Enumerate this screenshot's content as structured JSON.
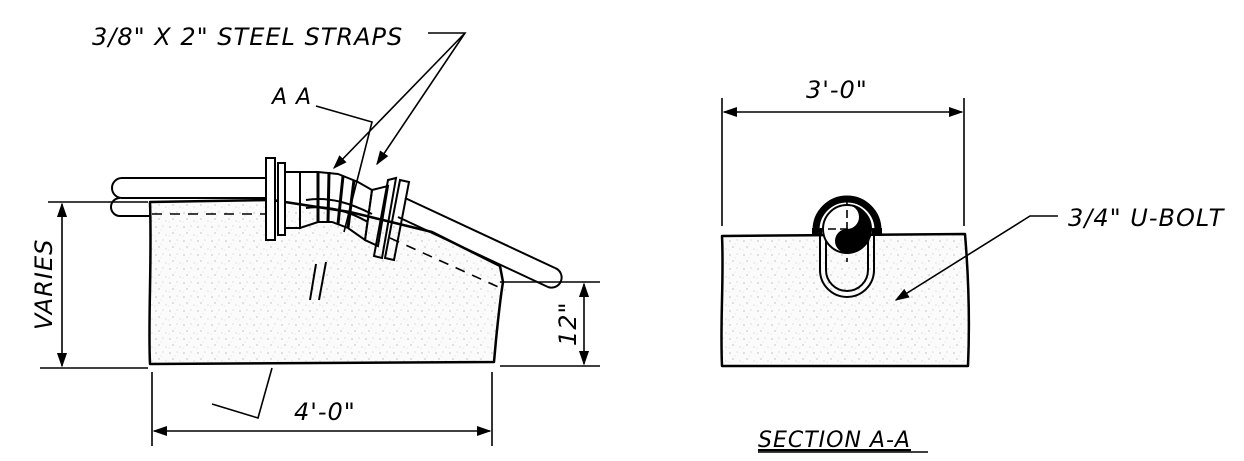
{
  "labels": {
    "steel_straps": "3/8\" X 2\" STEEL STRAPS",
    "section_mark": "A A",
    "varies": "VARIES",
    "twelve_inch": "12\"",
    "four_foot": "4'-0\"",
    "three_foot": "3'-0\"",
    "u_bolt": "3/4\" U-BOLT",
    "section_title": "SECTION A-A"
  }
}
